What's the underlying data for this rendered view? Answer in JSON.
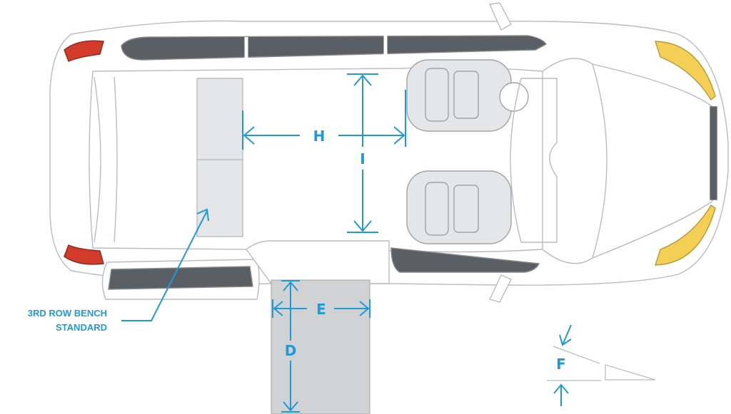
{
  "colors": {
    "accent": "#1e9ad8",
    "outline": "#b8bcc0",
    "body": "#ffffff",
    "interior": "#e4e6e8",
    "glass": "#5a5f66",
    "tail_light": "#d23a2a",
    "head_light": "#f3cf55",
    "ramp": "#d0d2d4"
  },
  "labels": {
    "dim_h": "H",
    "dim_i": "I",
    "dim_e": "E",
    "dim_d": "D",
    "dim_f": "F",
    "callout_line1": "3RD ROW BENCH",
    "callout_line2": "STANDARD"
  }
}
